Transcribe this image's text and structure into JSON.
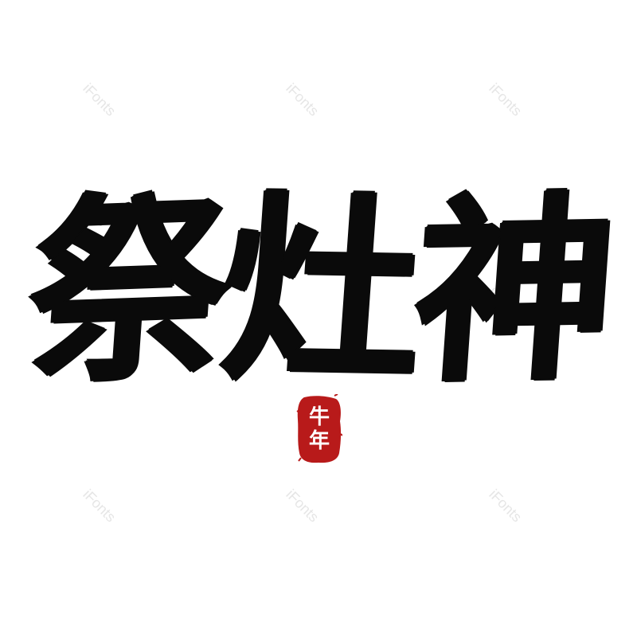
{
  "watermark": {
    "text": "iFonts",
    "color": "#e6e6e6"
  },
  "title": {
    "char1": "祭",
    "char2": "灶",
    "char3": "神",
    "color": "#0a0a0a"
  },
  "seal": {
    "line1": "牛",
    "line2": "年",
    "color": "#b81a1a"
  }
}
